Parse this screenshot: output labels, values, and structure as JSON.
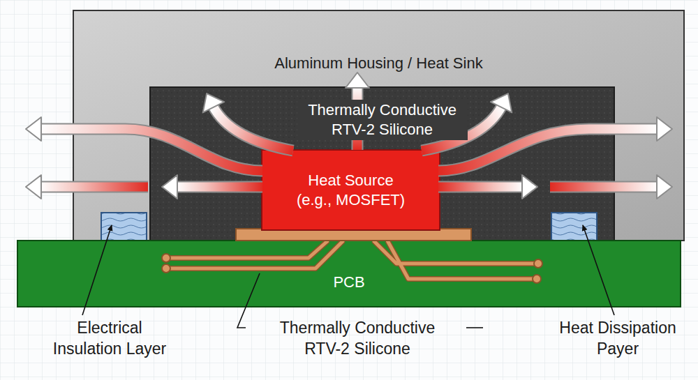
{
  "diagram": {
    "nodes": [
      {
        "text": [
          "Aluminum Housing / Heat Sink"
        ]
      },
      {
        "text": [
          "Thermally Conductive RTV-2 Silicone"
        ],
        "in": 0
      },
      {
        "text": [
          "Heat Source (e.g., MOSFET)"
        ],
        "in": 1
      },
      {
        "text": [
          "PCB"
        ]
      }
    ],
    "labels": [
      "Electrical Insulation Layer",
      "Thermally Conductive RTV-2 Silicone",
      "Heat Dissipation Payer"
    ]
  }
}
